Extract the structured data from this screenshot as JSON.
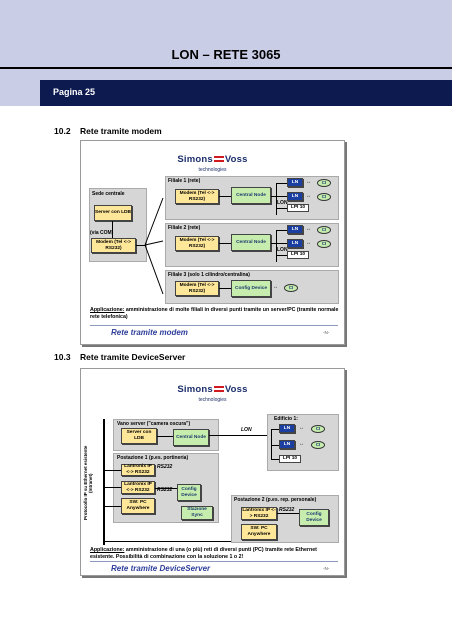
{
  "header": {
    "title": "LON – RETE 3065",
    "page_label": "Pagina 25"
  },
  "section1": {
    "number": "10.2",
    "title": "Rete tramite modem",
    "logo": {
      "brand_left": "Simons",
      "brand_right": "Voss",
      "tagline": "technologies"
    },
    "sede": {
      "label": "Sede centrale",
      "server": "Server con LDB",
      "via": "(via COM)",
      "modem": "Modem (Tel <-> RS232)"
    },
    "filiale1": {
      "title": "Filiale 1 (rete)",
      "modem": "Modem (Tel <-> RS232)",
      "central": "Central Node",
      "lon": "LON",
      "ln1": "LN",
      "ln2": "LN",
      "lpi": "LPI 10",
      "ci1": "CI",
      "ci2": "CI"
    },
    "filiale2": {
      "title": "Filiale 2 (rete)",
      "modem": "Modem (Tel <-> RS232)",
      "central": "Central Node",
      "lon": "LON",
      "ln1": "LN",
      "ln2": "LN",
      "lpi": "LPI 10",
      "ci1": "CI",
      "ci2": "CI"
    },
    "filiale3": {
      "title": "Filiale 3 (solo 1 cilindro/centralina)",
      "modem": "Modem (Tel <-> RS232)",
      "config": "Config Device",
      "ci": "CI"
    },
    "app_label": "Applicazione:",
    "app_text": " amministrazione di molte filiali in diversi punti tramite un server/PC (tramite normale rete telefonica)",
    "footer_title": "Rete tramite modem",
    "page_num": "-N-"
  },
  "section2": {
    "number": "10.3",
    "title": "Rete tramite DeviceServer",
    "logo": {
      "brand_left": "Simons",
      "brand_right": "Voss",
      "tagline": "technologies"
    },
    "vano": {
      "title": "Vano server (\"camera oscura\")",
      "server": "Server con LDB",
      "central": "Central Node",
      "lon": "LON"
    },
    "edificio": {
      "title": "Edificio 1:",
      "ln1": "LN",
      "ln2": "LN",
      "lpi": "LPI 10",
      "ci1": "CI",
      "ci2": "CI"
    },
    "vertical_label": "Protocollo IP su Ethernet esistente (Intranet)",
    "post1": {
      "title": "Postazione 1 (p.es. portineria)",
      "lantronix1": "Lantronix IP <-> RS232",
      "rs1": "RS232",
      "lantronix2": "Lantronix IP <-> RS232",
      "rs2": "RS232",
      "sw": "SW: PC Anywhere",
      "config": "Config Device",
      "stazione": "Stazione Sync"
    },
    "post2": {
      "title": "Postazione 2 (p.es. rep. personale)",
      "lantronix": "Lantronix IP <-> RS232",
      "rs": "RS232",
      "sw": "SW: PC Anywhere",
      "config": "Config Device"
    },
    "app_label": "Applicazione:",
    "app_text": " amministrazione di una (o più) reti di diversi punti (PC) tramite rete Ethernet esistente. Possibilità di combinazione con la soluzione 1 o 2!",
    "footer_title": "Rete tramite DeviceServer",
    "page_num": "-N-"
  }
}
